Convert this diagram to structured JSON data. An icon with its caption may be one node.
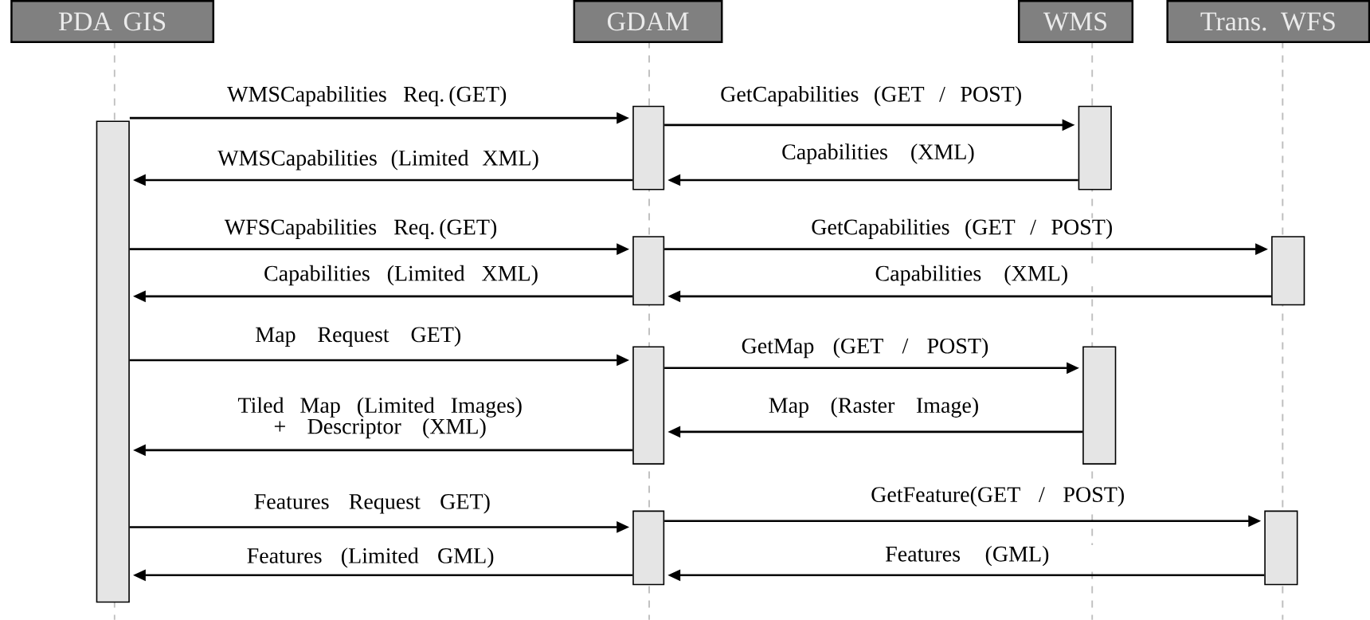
{
  "diagram": {
    "nodes": [
      {
        "text": [
          "PDA GIS"
        ]
      },
      {
        "text": [
          "GDAM"
        ]
      },
      {
        "text": [
          "WMS"
        ]
      },
      {
        "text": [
          "Trans. WFS"
        ]
      },
      {
        "text": [],
        "shape": "bar"
      },
      {
        "text": [],
        "shape": "bar"
      },
      {
        "text": [],
        "shape": "bar"
      },
      {
        "text": [],
        "shape": "bar"
      },
      {
        "text": [],
        "shape": "bar"
      },
      {
        "text": [],
        "shape": "bar"
      },
      {
        "text": [],
        "shape": "bar"
      },
      {
        "text": [],
        "shape": "bar"
      },
      {
        "text": [],
        "shape": "bar"
      }
    ],
    "edges": [
      {
        "from": 4,
        "to": 5,
        "arrow": "to",
        "label": "WMSCapabilities Req. (GET)"
      },
      {
        "from": 5,
        "to": 9,
        "arrow": "to",
        "label": "GetCapabilities (GET / POST)"
      },
      {
        "from": 9,
        "to": 5,
        "arrow": "to",
        "label": "Capabilities (XML)"
      },
      {
        "from": 5,
        "to": 4,
        "arrow": "to",
        "label": "WMSCapabilities (Limited XML)"
      },
      {
        "from": 4,
        "to": 6,
        "arrow": "to",
        "label": "WFSCapabilities Req. (GET)"
      },
      {
        "from": 6,
        "to": 10,
        "arrow": "to",
        "label": "GetCapabilities (GET / POST)"
      },
      {
        "from": 10,
        "to": 6,
        "arrow": "to",
        "label": "Capabilities (XML)"
      },
      {
        "from": 6,
        "to": 4,
        "arrow": "to",
        "label": "Capabilities (Limited XML)"
      },
      {
        "from": 4,
        "to": 7,
        "arrow": "to",
        "label": "Map Request GET)"
      },
      {
        "from": 7,
        "to": 11,
        "arrow": "to",
        "label": "GetMap (GET / POST)"
      },
      {
        "from": 11,
        "to": 7,
        "arrow": "to",
        "label": "Map (Raster Image)"
      },
      {
        "from": 7,
        "to": 4,
        "arrow": "to",
        "label": "Tiled Map (Limited Images) + Descriptor (XML)"
      },
      {
        "from": 4,
        "to": 8,
        "arrow": "to",
        "label": "Features Request GET)"
      },
      {
        "from": 8,
        "to": 12,
        "arrow": "to",
        "label": "GetFeature(GET / POST)"
      },
      {
        "from": 12,
        "to": 8,
        "arrow": "to",
        "label": "Features (GML)"
      },
      {
        "from": 8,
        "to": 4,
        "arrow": "to",
        "label": "Features (Limited GML)"
      }
    ]
  }
}
